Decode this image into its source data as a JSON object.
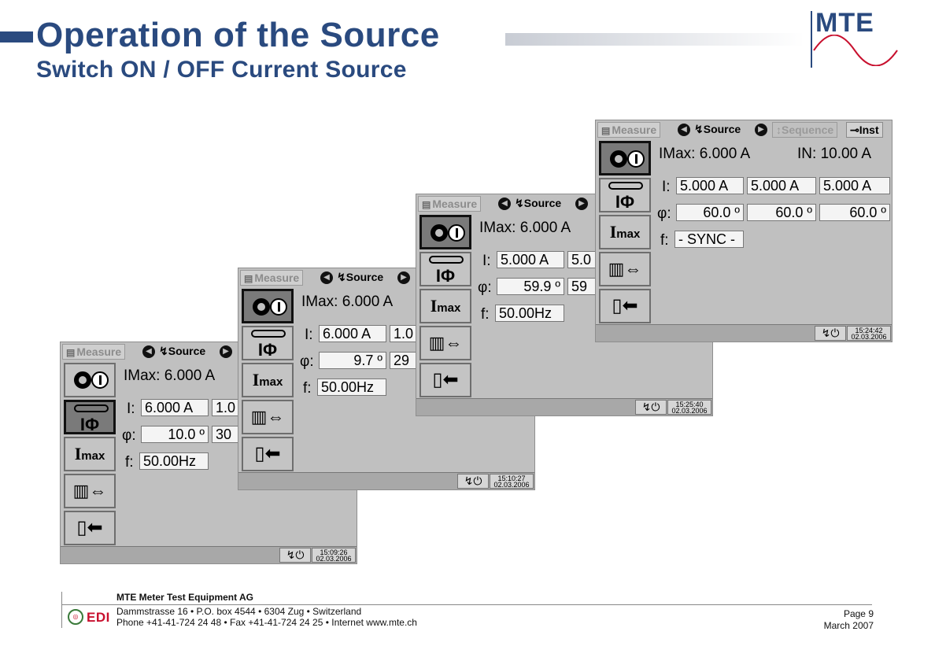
{
  "header": {
    "title": "Operation of the Source",
    "subtitle": "Switch ON / OFF Current Source",
    "logo": "MTE"
  },
  "tabs": {
    "measure": "Measure",
    "source": "Source",
    "sequence": "Sequence",
    "inst": "Inst"
  },
  "sidebar": {
    "iphi_label": "IΦ",
    "imax_label_main": "I",
    "imax_label_sub": "max"
  },
  "screens": [
    {
      "imax_label": "IMax:",
      "imax_value": "6.000",
      "imax_unit": "A",
      "i_label": "I:",
      "i_values": [
        "6.000",
        "1.0"
      ],
      "i_unit": "A",
      "phi_label": "φ:",
      "phi_values": [
        "10.0",
        "30"
      ],
      "phi_unit": "º",
      "f_label": "f:",
      "f_value": "50.00Hz",
      "time": "15:09:26",
      "date": "02.03.2006"
    },
    {
      "imax_label": "IMax:",
      "imax_value": "6.000",
      "imax_unit": "A",
      "i_label": "I:",
      "i_values": [
        "6.000",
        "1.0"
      ],
      "i_unit": "A",
      "phi_label": "φ:",
      "phi_values": [
        "9.7",
        "29"
      ],
      "phi_unit": "º",
      "f_label": "f:",
      "f_value": "50.00Hz",
      "time": "15:10:27",
      "date": "02.03.2006"
    },
    {
      "imax_label": "IMax:",
      "imax_value": "6.000",
      "imax_unit": "A",
      "i_label": "I:",
      "i_values": [
        "5.000",
        "5.0"
      ],
      "i_unit": "A",
      "phi_label": "φ:",
      "phi_values": [
        "59.9",
        "59"
      ],
      "phi_unit": "º",
      "f_label": "f:",
      "f_value": "50.00Hz",
      "time": "15:25:40",
      "date": "02.03.2006"
    },
    {
      "imax_label": "IMax:",
      "imax_value": "6.000",
      "imax_unit": "A",
      "in_label": "IN:",
      "in_value": "10.00",
      "in_unit": "A",
      "i_label": "I:",
      "i_values": [
        "5.000",
        "5.000",
        "5.000"
      ],
      "i_unit": "A",
      "phi_label": "φ:",
      "phi_values": [
        "60.0",
        "60.0",
        "60.0"
      ],
      "phi_unit": "º",
      "f_label": "f:",
      "f_value": "- SYNC -",
      "time": "15:24:42",
      "date": "02.03.2006"
    }
  ],
  "footer": {
    "company": "MTE Meter Test Equipment AG",
    "address": "Dammstrasse 16 • P.O. box 4544 • 6304 Zug • Switzerland",
    "phone": "Phone +41-41-724 24 48 • Fax +41-41-724 24 25 • Internet www.mte.ch",
    "edi": "EDI",
    "page": "Page 9",
    "date": "March 2007"
  },
  "colors": {
    "brand": "#2a4a7f",
    "screen_bg": "#c0c0c0",
    "edi_red": "#c8102e"
  }
}
